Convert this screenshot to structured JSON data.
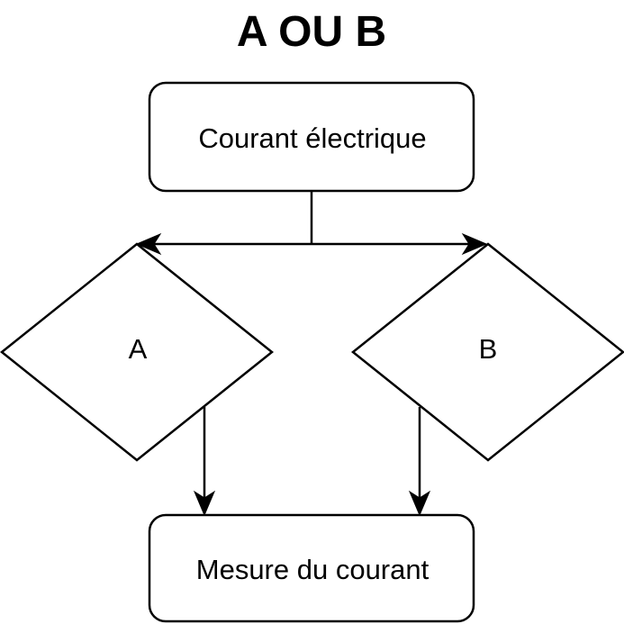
{
  "diagram": {
    "title": "A OU B",
    "nodes": {
      "source": {
        "label": "Courant électrique",
        "shape": "rounded-rectangle"
      },
      "a": {
        "label": "A",
        "shape": "diamond"
      },
      "b": {
        "label": "B",
        "shape": "diamond"
      },
      "sink": {
        "label": "Mesure du courant",
        "shape": "rounded-rectangle"
      }
    },
    "edges": [
      {
        "from": "source",
        "to": "a"
      },
      {
        "from": "source",
        "to": "b"
      },
      {
        "from": "a",
        "to": "sink"
      },
      {
        "from": "b",
        "to": "sink"
      }
    ],
    "colors": {
      "stroke": "#000000",
      "fill": "#ffffff",
      "text": "#000000"
    }
  }
}
